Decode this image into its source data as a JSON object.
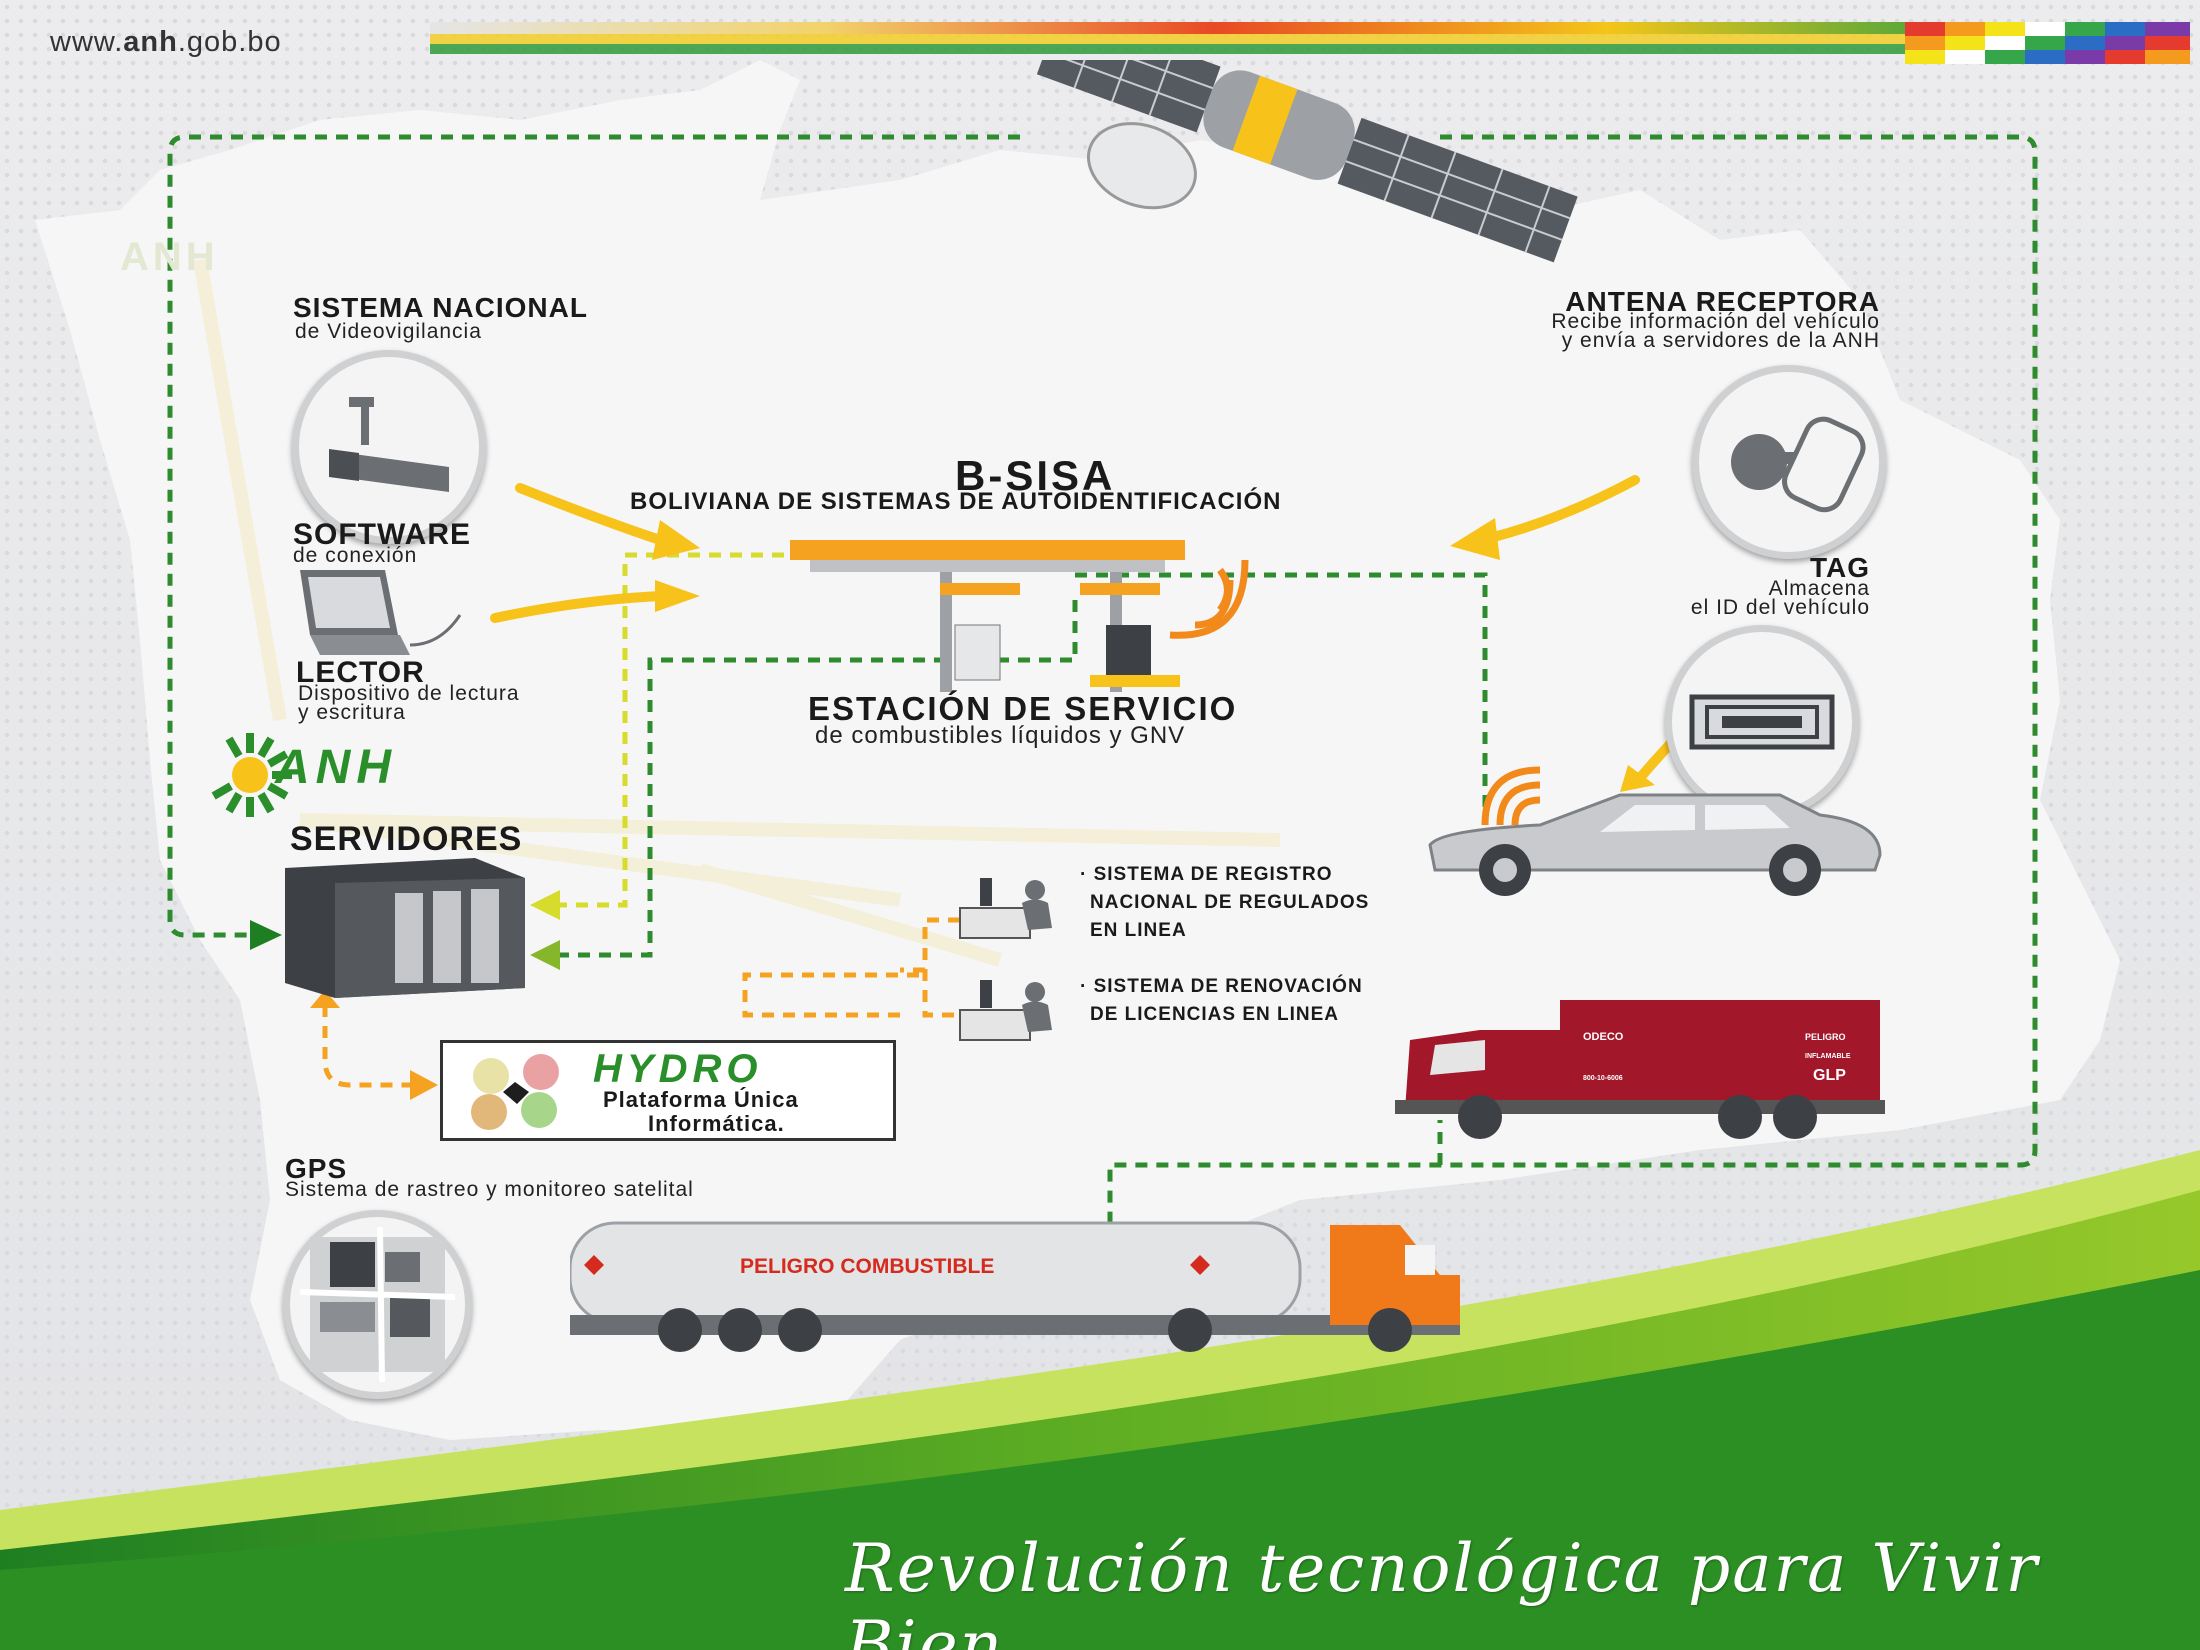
{
  "header": {
    "url_prefix": "www.",
    "url_bold": "anh",
    "url_suffix": ".gob.bo"
  },
  "title": {
    "main": "B-SISA",
    "subtitle": "BOLIVIANA DE SISTEMAS DE AUTOIDENTIFICACIÓN"
  },
  "station": {
    "title": "ESTACIÓN DE SERVICIO",
    "subtitle": "de combustibles líquidos y GNV"
  },
  "videovigilancia": {
    "title": "SISTEMA NACIONAL",
    "subtitle": "de Videovigilancia"
  },
  "software": {
    "title": "SOFTWARE",
    "subtitle": "de conexión"
  },
  "lector": {
    "title": "LECTOR",
    "line1": "Dispositivo de lectura",
    "line2": "y escritura"
  },
  "anh_logo": {
    "text": "ANH"
  },
  "servidores": {
    "title": "SERVIDORES"
  },
  "hydro": {
    "name": "HYDRO",
    "line1": "Plataforma Única",
    "line2": "Informática."
  },
  "gps": {
    "title": "GPS",
    "subtitle": "Sistema de rastreo y monitoreo satelital"
  },
  "antena": {
    "title": "ANTENA RECEPTORA",
    "line1": "Recibe información del vehículo",
    "line2": "y envía a servidores de la ANH"
  },
  "tag": {
    "title": "TAG",
    "line1": "Almacena",
    "line2": "el ID del vehículo"
  },
  "registro": {
    "line1": "· SISTEMA DE REGISTRO",
    "line2": "NACIONAL DE REGULADOS",
    "line3": "EN LINEA"
  },
  "licencias": {
    "line1": "· SISTEMA DE RENOVACIÓN",
    "line2": "DE LICENCIAS EN LINEA"
  },
  "tanker": {
    "label": "PELIGRO COMBUSTIBLE"
  },
  "glp_truck": {
    "brand": "ODECO",
    "phone": "800-10-6006",
    "warning": "PELIGRO",
    "warning2": "INFLAMABLE",
    "cargo": "GLP"
  },
  "slogan": "Revolución tecnológica para Vivir Bien",
  "colors": {
    "green_line": "#2e8b2e",
    "orange_line": "#f4a21f",
    "arrow_yellow": "#f7c21a",
    "bolivia_red": "#d52b1e",
    "bolivia_yellow": "#f9e300",
    "bolivia_green": "#007a33"
  }
}
